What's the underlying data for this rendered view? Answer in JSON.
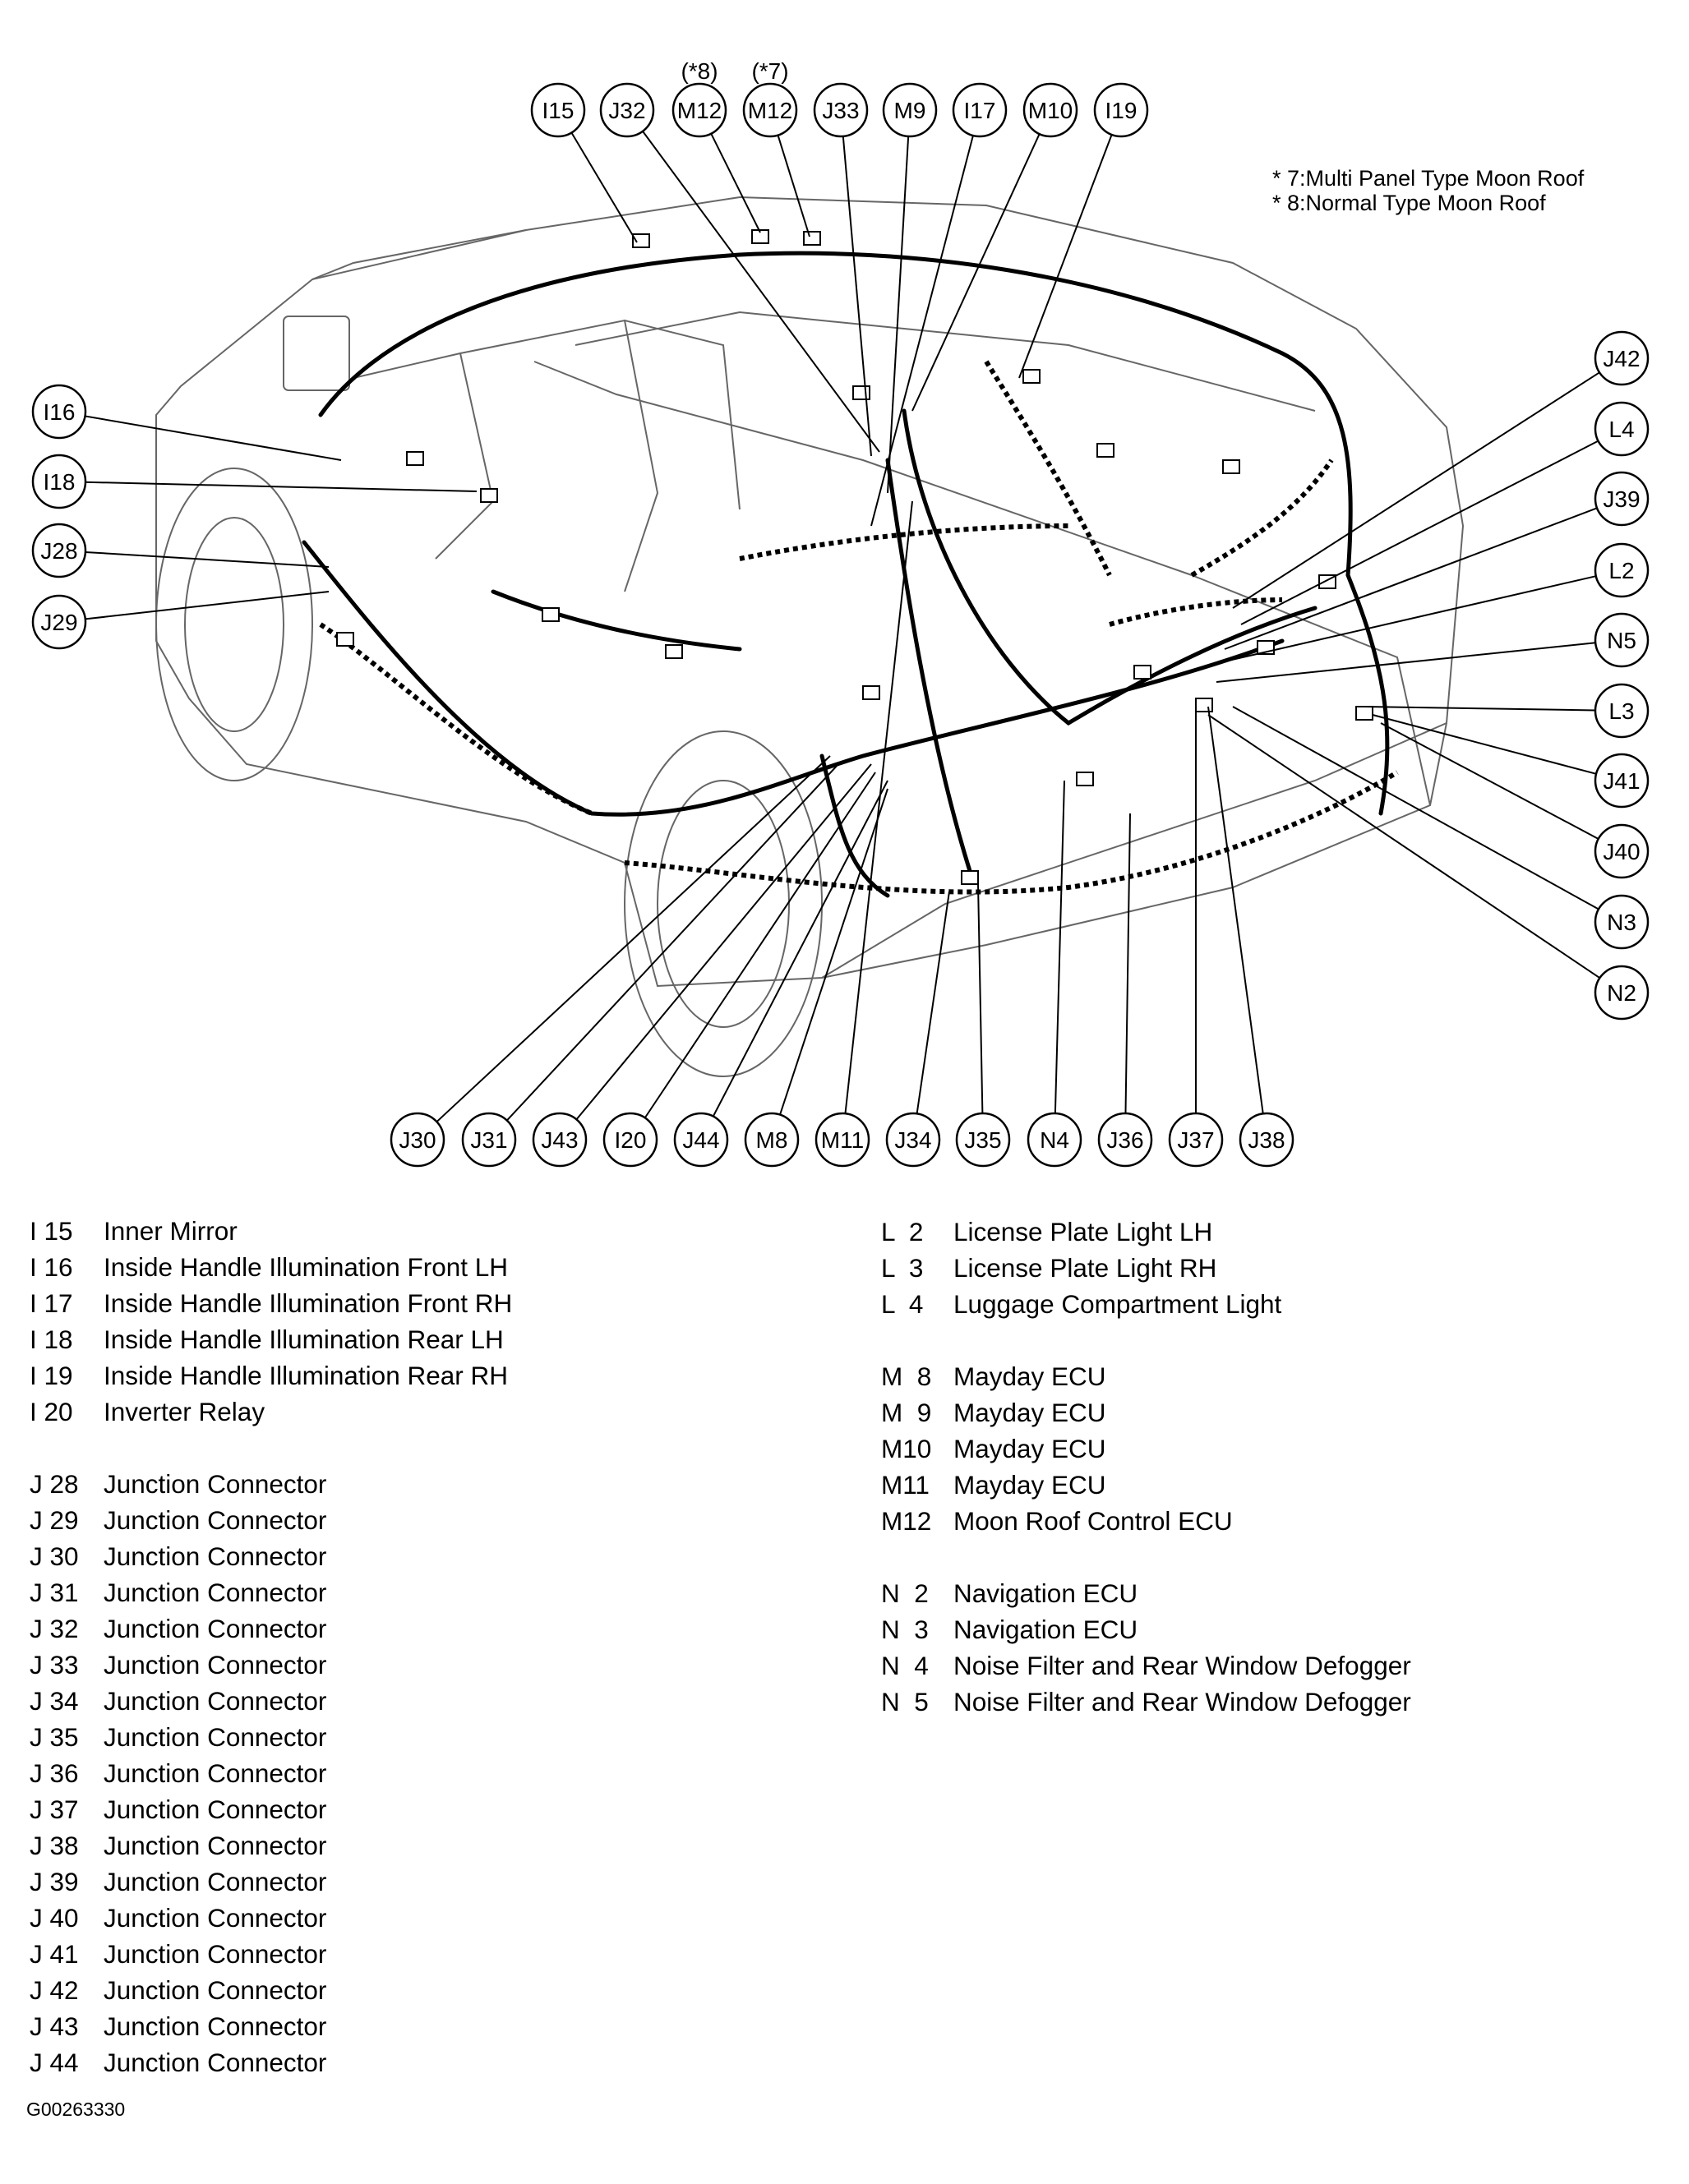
{
  "notes": {
    "note7": "* 7:Multi Panel Type Moon Roof",
    "note8": "* 8:Normal Type Moon Roof"
  },
  "connectors_top": [
    {
      "label": "I15"
    },
    {
      "label": "J32"
    },
    {
      "label": "M12",
      "variant": "(*8)"
    },
    {
      "label": "M12",
      "variant": "(*7)"
    },
    {
      "label": "J33"
    },
    {
      "label": "M9"
    },
    {
      "label": "I17"
    },
    {
      "label": "M10"
    },
    {
      "label": "I19"
    }
  ],
  "connectors_left": [
    {
      "label": "I16"
    },
    {
      "label": "I18"
    },
    {
      "label": "J28"
    },
    {
      "label": "J29"
    }
  ],
  "connectors_right": [
    {
      "label": "J42"
    },
    {
      "label": "L4"
    },
    {
      "label": "J39"
    },
    {
      "label": "L2"
    },
    {
      "label": "N5"
    },
    {
      "label": "L3"
    },
    {
      "label": "J41"
    },
    {
      "label": "J40"
    },
    {
      "label": "N3"
    },
    {
      "label": "N2"
    }
  ],
  "connectors_bottom": [
    {
      "label": "J30"
    },
    {
      "label": "J31"
    },
    {
      "label": "J43"
    },
    {
      "label": "I20"
    },
    {
      "label": "J44"
    },
    {
      "label": "M8"
    },
    {
      "label": "M11"
    },
    {
      "label": "J34"
    },
    {
      "label": "J35"
    },
    {
      "label": "N4"
    },
    {
      "label": "J36"
    },
    {
      "label": "J37"
    },
    {
      "label": "J38"
    }
  ],
  "legend_left": [
    [
      {
        "code": "I 15",
        "name": "Inner Mirror"
      },
      {
        "code": "I 16",
        "name": "Inside Handle Illumination Front LH"
      },
      {
        "code": "I 17",
        "name": "Inside Handle Illumination Front RH"
      },
      {
        "code": "I 18",
        "name": "Inside Handle Illumination Rear LH"
      },
      {
        "code": "I 19",
        "name": "Inside Handle Illumination Rear RH"
      },
      {
        "code": "I 20",
        "name": "Inverter Relay"
      }
    ],
    [
      {
        "code": "J 28",
        "name": "Junction Connector"
      },
      {
        "code": "J 29",
        "name": "Junction Connector"
      },
      {
        "code": "J 30",
        "name": "Junction Connector"
      },
      {
        "code": "J 31",
        "name": "Junction Connector"
      },
      {
        "code": "J 32",
        "name": "Junction Connector"
      },
      {
        "code": "J 33",
        "name": "Junction Connector"
      },
      {
        "code": "J 34",
        "name": "Junction Connector"
      },
      {
        "code": "J 35",
        "name": "Junction Connector"
      },
      {
        "code": "J 36",
        "name": "Junction Connector"
      },
      {
        "code": "J 37",
        "name": "Junction Connector"
      },
      {
        "code": "J 38",
        "name": "Junction Connector"
      },
      {
        "code": "J 39",
        "name": "Junction Connector"
      },
      {
        "code": "J 40",
        "name": "Junction Connector"
      },
      {
        "code": "J 41",
        "name": "Junction Connector"
      },
      {
        "code": "J 42",
        "name": "Junction Connector"
      },
      {
        "code": "J 43",
        "name": "Junction Connector"
      },
      {
        "code": "J 44",
        "name": "Junction Connector"
      }
    ]
  ],
  "legend_right": [
    [
      {
        "code": "L  2",
        "name": "License Plate Light LH"
      },
      {
        "code": "L  3",
        "name": "License Plate Light RH"
      },
      {
        "code": "L  4",
        "name": "Luggage Compartment Light"
      }
    ],
    [
      {
        "code": "M  8",
        "name": "Mayday ECU"
      },
      {
        "code": "M  9",
        "name": "Mayday ECU"
      },
      {
        "code": "M10",
        "name": "Mayday ECU"
      },
      {
        "code": "M11",
        "name": "Mayday ECU"
      },
      {
        "code": "M12",
        "name": "Moon Roof Control ECU"
      }
    ],
    [
      {
        "code": "N  2",
        "name": "Navigation ECU"
      },
      {
        "code": "N  3",
        "name": "Navigation ECU"
      },
      {
        "code": "N  4",
        "name": "Noise Filter and Rear Window Defogger"
      },
      {
        "code": "N  5",
        "name": "Noise Filter and Rear Window Defogger"
      }
    ]
  ],
  "figure_id": "G00263330"
}
